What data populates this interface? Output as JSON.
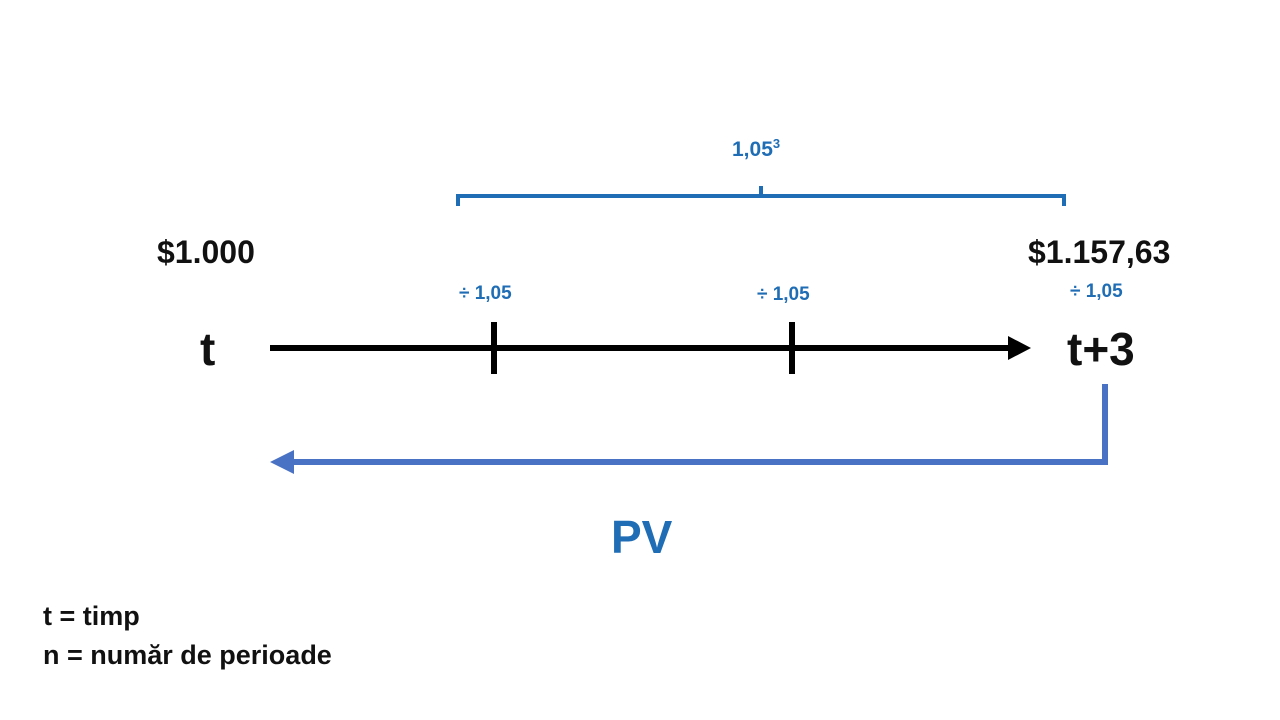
{
  "amounts": {
    "start": "$1.000",
    "end": "$1.157,63"
  },
  "timeline": {
    "start_label": "t",
    "end_label": "t+3",
    "divisors": [
      "÷ 1,05",
      "÷ 1,05",
      "÷ 1,05"
    ]
  },
  "bracket": {
    "base": "1,05",
    "exponent": "3"
  },
  "pv_label": "PV",
  "legend": {
    "line1": "t = timp",
    "line2": "n = număr de perioade"
  },
  "colors": {
    "timeline": "#000000",
    "accent_text": "#1f6db5",
    "pv_arrow": "#4a72c4"
  }
}
